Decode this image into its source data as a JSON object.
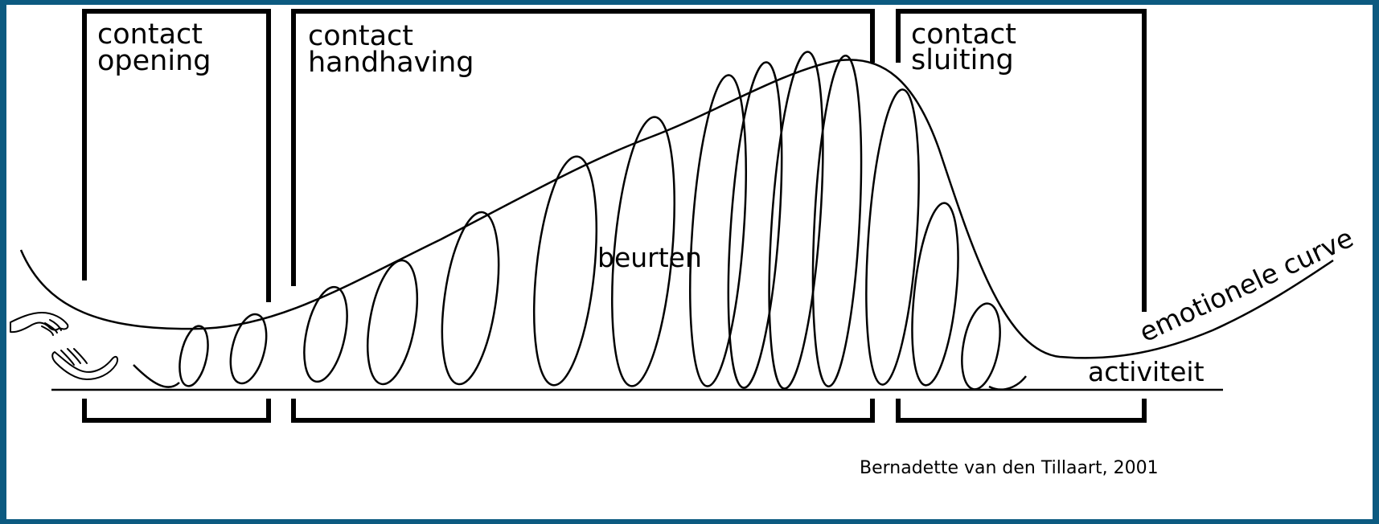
{
  "phases": {
    "opening": {
      "line1": "contact",
      "line2": "opening"
    },
    "handhaving": {
      "line1": "contact",
      "line2": "handhaving"
    },
    "sluiting": {
      "line1": "contact",
      "line2": "sluiting"
    }
  },
  "labels": {
    "beurten": "beurten",
    "emotional_curve": "emotionele curve",
    "activity": "activiteit"
  },
  "credit": "Bernadette van den Tillaart, 2001",
  "icons": [
    "reaching-hand-icon",
    "open-hand-icon"
  ],
  "colors": {
    "border": "#0c5a80",
    "background": "#ffffff",
    "ink": "#000000"
  }
}
